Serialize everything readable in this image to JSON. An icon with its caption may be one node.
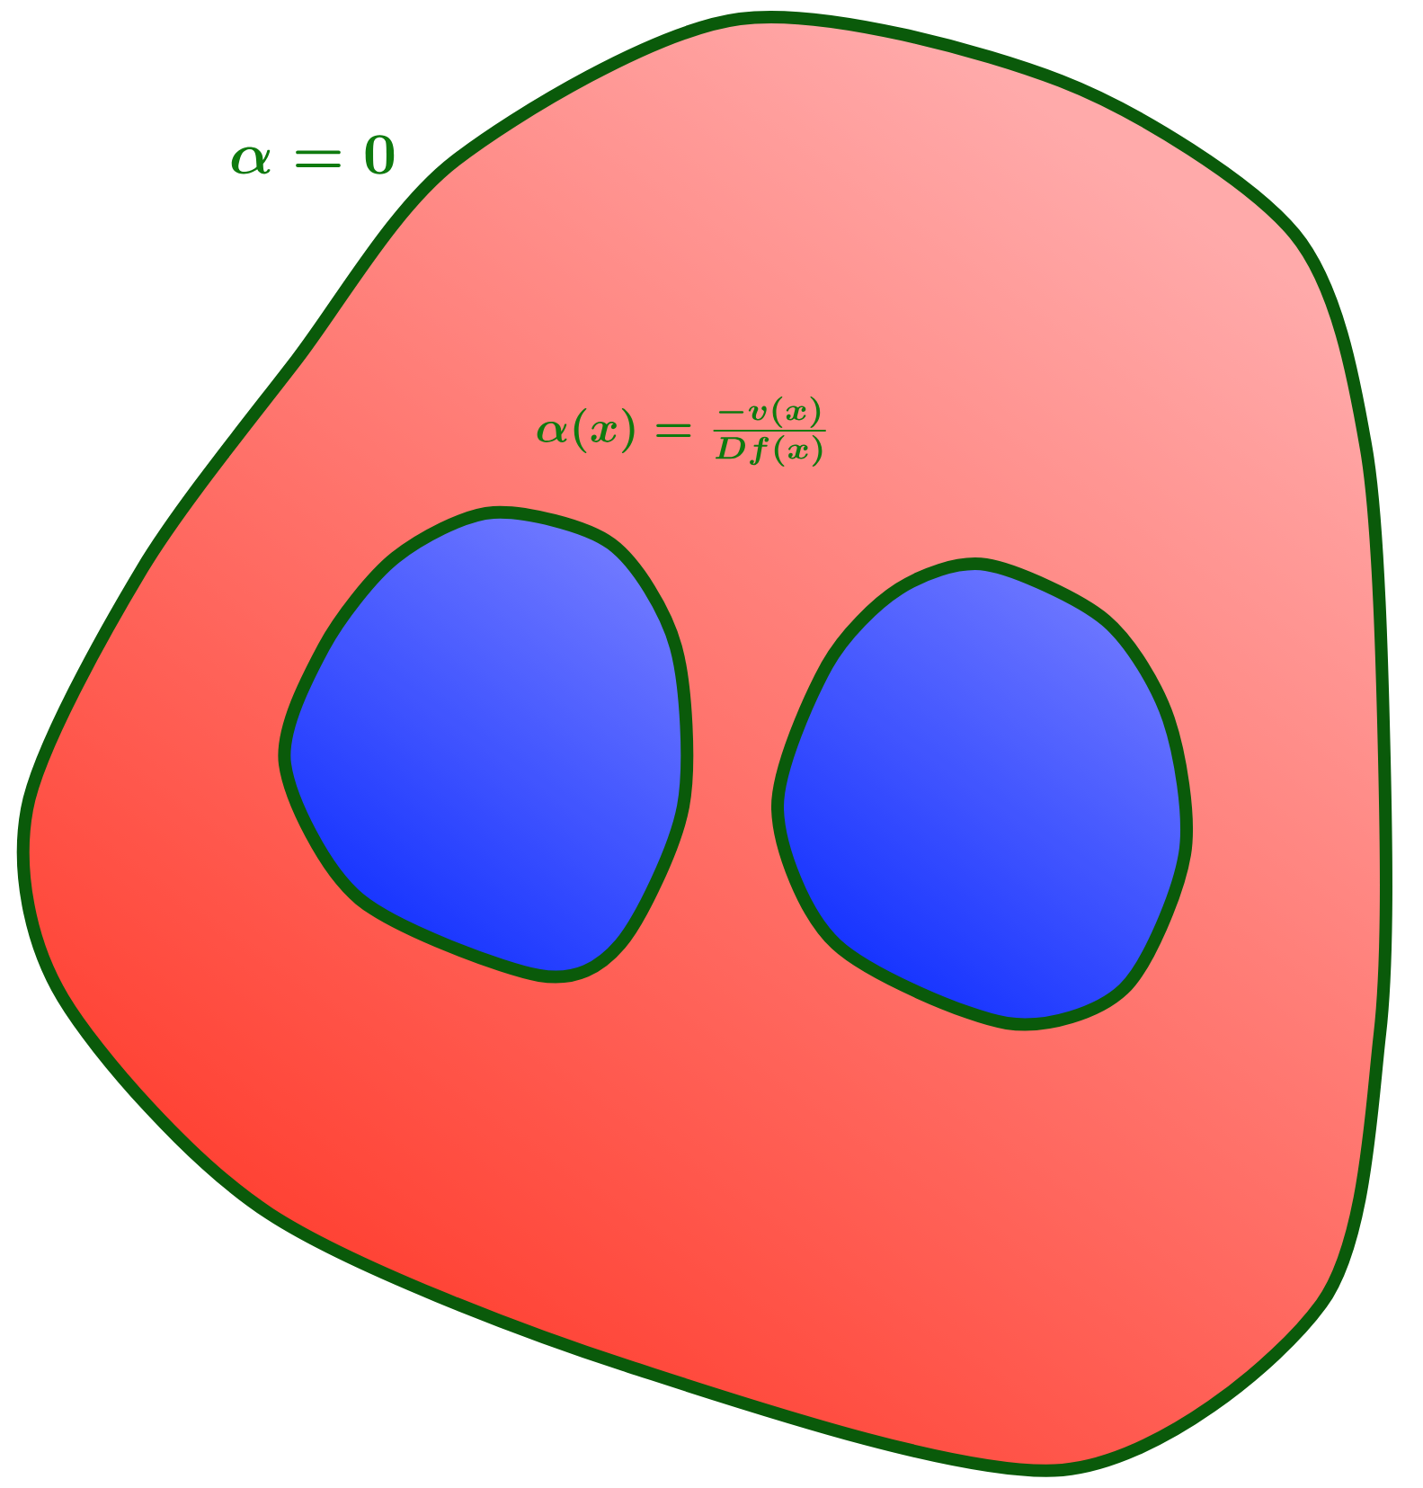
{
  "diagram": {
    "nodes": [
      {
        "text": [
          "\\alpha = 0",
          "\\alpha(x) = \\frac{-v(x)}{Df(x)}"
        ]
      },
      {
        "text": [],
        "shape": "blob",
        "in": 0
      },
      {
        "text": [],
        "shape": "blob",
        "in": 0
      }
    ]
  }
}
